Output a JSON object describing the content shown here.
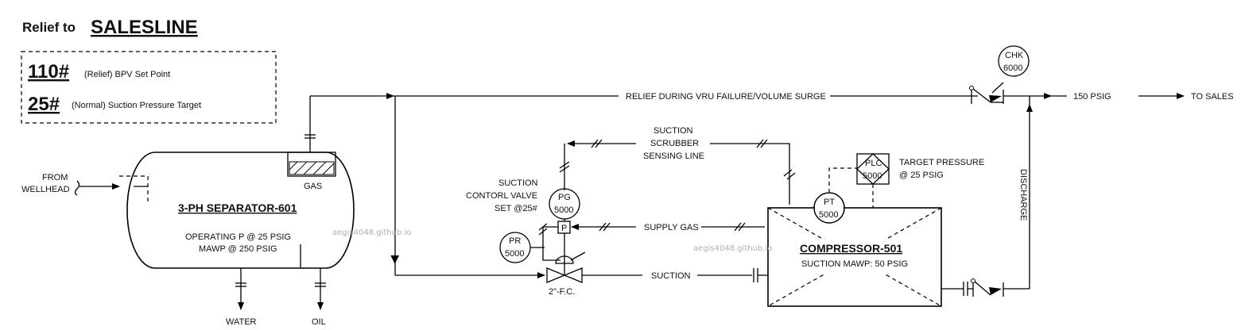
{
  "header": {
    "relief_prefix": "Relief to",
    "relief_target": "SALESLINE",
    "relief_target_color": "#ee1c24"
  },
  "setpoints": {
    "line1_value": "110#",
    "line1_text": "(Relief) BPV Set Point",
    "line2_value": "25#",
    "line2_text": "(Normal) Suction Pressure Target"
  },
  "separator": {
    "title": "3-PH SEPARATOR-601",
    "operating": "OPERATING P @ 25 PSIG",
    "mawp": "MAWP @ 250 PSIG",
    "gas_label": "GAS",
    "inlet_line1": "FROM",
    "inlet_line2": "WELLHEAD",
    "water_label": "WATER",
    "oil_label": "OIL"
  },
  "relief_line": {
    "label": "RELIEF DURING VRU FAILURE/VOLUME SURGE"
  },
  "check_valve": {
    "tag": "CHK",
    "number": "6000"
  },
  "sales": {
    "pressure": "150 PSIG",
    "destination": "TO SALES"
  },
  "sensing_line": {
    "line1": "SUCTION",
    "line2": "SCRUBBER",
    "line3": "SENSING LINE"
  },
  "control_valve": {
    "label1": "SUCTION",
    "label2": "CONTORL VALVE",
    "label3": "SET @25#",
    "size": "2\"-F.C.",
    "positioner": "P"
  },
  "pg": {
    "tag": "PG",
    "number": "5000"
  },
  "pr": {
    "tag": "PR",
    "number": "5000"
  },
  "supply_gas": {
    "label": "SUPPLY GAS"
  },
  "suction": {
    "label": "SUCTION"
  },
  "plc": {
    "tag": "PLC",
    "number": "5000"
  },
  "target": {
    "line1": "TARGET PRESSURE",
    "line2": "@ 25 PSIG"
  },
  "pt": {
    "tag": "PT",
    "number": "5000"
  },
  "compressor": {
    "title": "COMPRESSOR-501",
    "mawp": "SUCTION MAWP: 50 PSIG"
  },
  "discharge": {
    "label": "DISCHARGE"
  },
  "watermark": {
    "text": "aegis4048.github.io"
  }
}
